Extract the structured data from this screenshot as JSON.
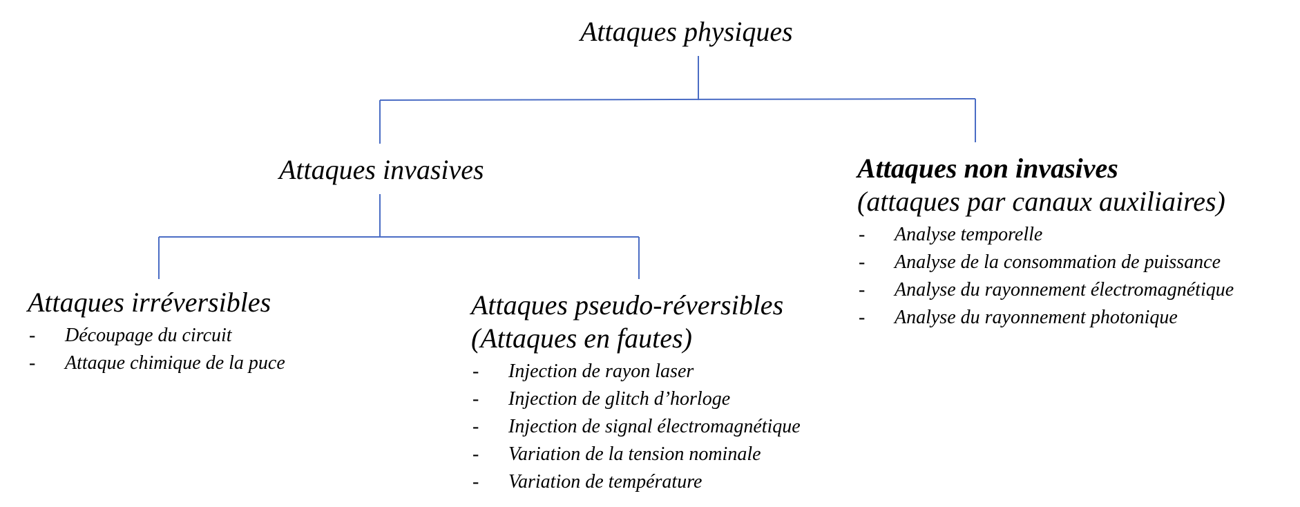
{
  "root": {
    "title": "Attaques physiques"
  },
  "invasive": {
    "title": "Attaques invasives"
  },
  "non_invasive": {
    "title": "Attaques non invasives",
    "subtitle": "(attaques par canaux auxiliaires)",
    "items": [
      "Analyse temporelle",
      "Analyse de la consommation de puissance",
      "Analyse du rayonnement électromagnétique",
      "Analyse du rayonnement photonique"
    ]
  },
  "irreversible": {
    "title": "Attaques irréversibles",
    "items": [
      "Découpage du circuit",
      "Attaque chimique de la puce"
    ]
  },
  "pseudo_reversible": {
    "title": "Attaques pseudo-réversibles",
    "subtitle": "(Attaques en fautes)",
    "items": [
      "Injection de rayon laser",
      "Injection de glitch d’horloge",
      "Injection de signal électromagnétique",
      "Variation de la tension nominale",
      "Variation de température"
    ]
  },
  "bullet_marker": "-",
  "colors": {
    "connector": "#4a6cc4",
    "text": "#000000"
  }
}
